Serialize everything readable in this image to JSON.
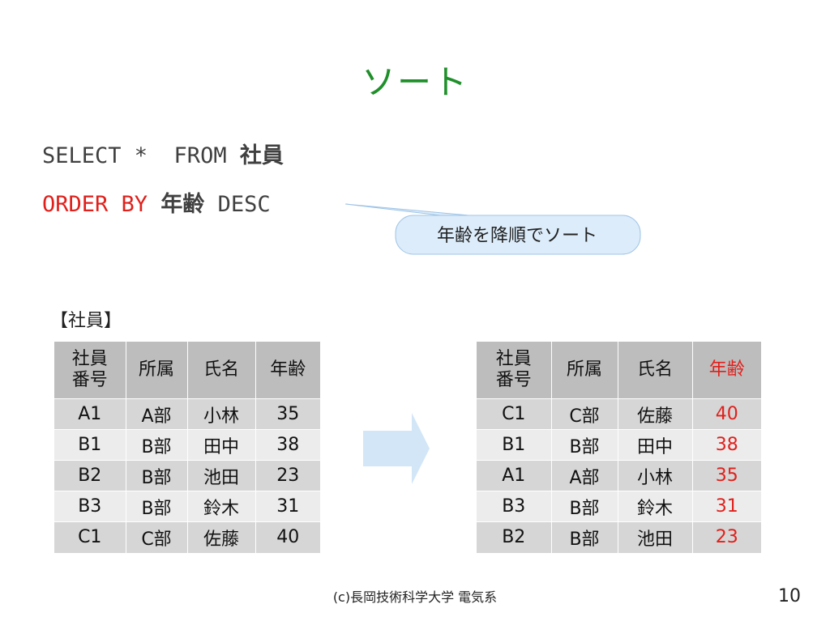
{
  "title": "ソート",
  "sql": {
    "line1_select": "SELECT *  FROM ",
    "line1_table": "社員",
    "line2_order": "ORDER BY ",
    "line2_column": "年齢",
    "line2_desc": " DESC"
  },
  "callout": "年齢を降順でソート",
  "table_label": "【社員】",
  "headers": [
    [
      "社員",
      "番号"
    ],
    "所属",
    "氏名",
    "年齢"
  ],
  "before_rows": [
    [
      "A1",
      "A部",
      "小林",
      "35"
    ],
    [
      "B1",
      "B部",
      "田中",
      "38"
    ],
    [
      "B2",
      "B部",
      "池田",
      "23"
    ],
    [
      "B3",
      "B部",
      "鈴木",
      "31"
    ],
    [
      "C1",
      "C部",
      "佐藤",
      "40"
    ]
  ],
  "after_rows": [
    [
      "C1",
      "C部",
      "佐藤",
      "40"
    ],
    [
      "B1",
      "B部",
      "田中",
      "38"
    ],
    [
      "A1",
      "A部",
      "小林",
      "35"
    ],
    [
      "B3",
      "B部",
      "鈴木",
      "31"
    ],
    [
      "B2",
      "B部",
      "池田",
      "23"
    ]
  ],
  "footer": "(c)長岡技術科学大学 電気系",
  "page_number": "10",
  "colors": {
    "title": "#1f8f2a",
    "highlight": "#e0201b",
    "callout_fill": "#dcecfa",
    "arrow_fill": "#d3e6f7"
  }
}
